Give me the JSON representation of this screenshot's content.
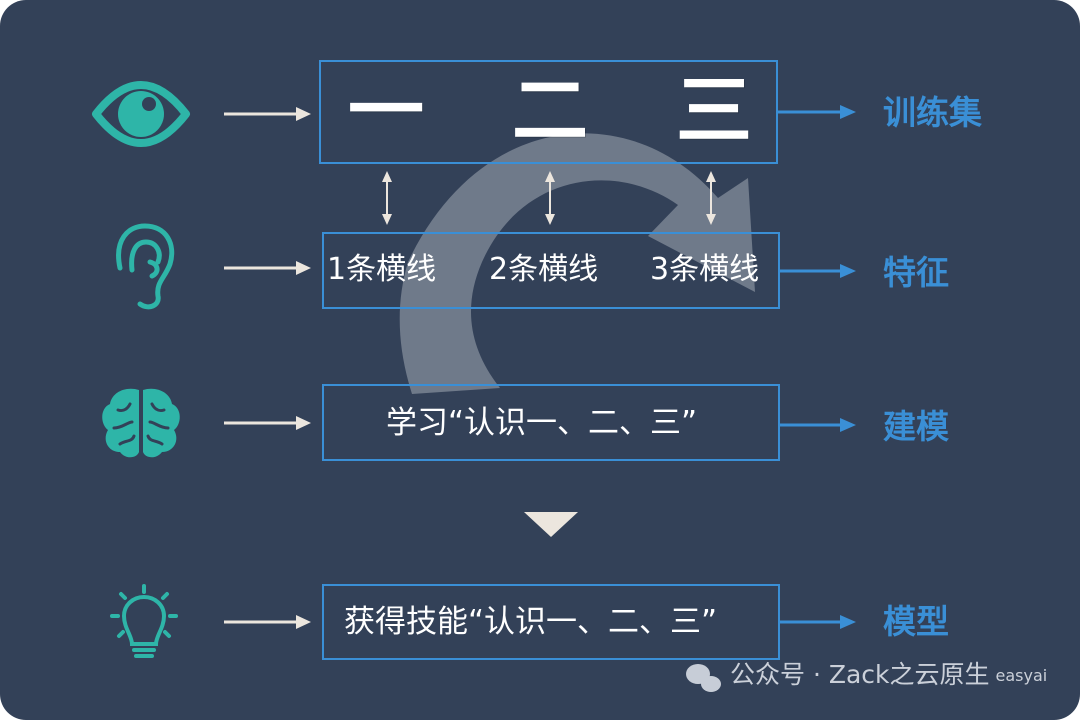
{
  "colors": {
    "background": "#334158",
    "accent_blue": "#3a8fd6",
    "icon_teal": "#2eb5a8",
    "arrow_cream": "#ece6de"
  },
  "training_set": {
    "chars": [
      "一",
      "二",
      "三"
    ],
    "output_label": "训练集",
    "input_icon": "eye-icon"
  },
  "features": {
    "items": [
      "1条横线",
      "2条横线",
      "3条横线"
    ],
    "output_label": "特征",
    "input_icon": "ear-icon"
  },
  "modeling": {
    "text": "学习“认识一、二、三”",
    "output_label": "建模",
    "input_icon": "brain-icon"
  },
  "model": {
    "text": "获得技能“认识一、二、三”",
    "output_label": "模型",
    "input_icon": "lightbulb-icon"
  },
  "watermark": {
    "text": "公众号 · Zack之云原生",
    "badge": "easyai"
  }
}
